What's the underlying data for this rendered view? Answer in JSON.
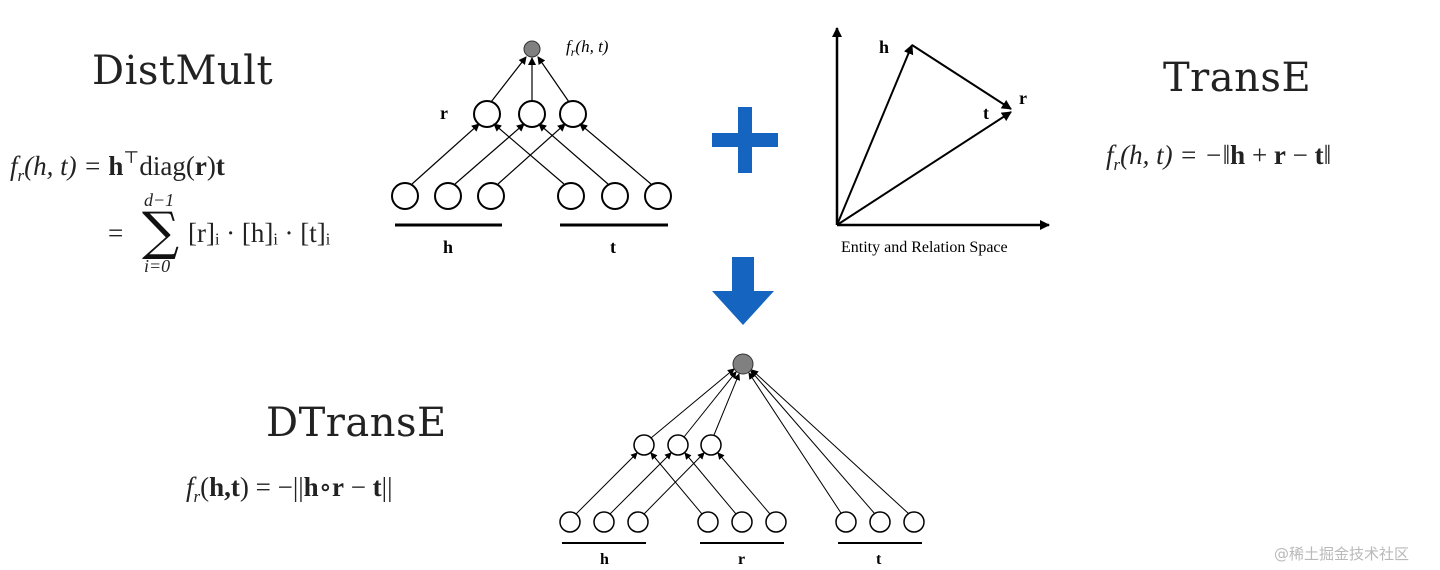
{
  "distmult": {
    "title": "DistMult",
    "eq1_lhs_f": "f",
    "eq1_lhs_sub": "r",
    "eq1_lhs_args": "(h, t) =",
    "eq1_h": "h",
    "eq1_top": "⊤",
    "eq1_diag": "diag(",
    "eq1_r": "r",
    "eq1_close": ")",
    "eq1_t": "t",
    "eq2_eq": "=",
    "eq2_sum": "∑",
    "eq2_upper": "d−1",
    "eq2_lower": "i=0",
    "eq2_body": "[r]ᵢ · [h]ᵢ · [t]ᵢ",
    "net_output_label": "f_r(h,t)",
    "net_r": "r",
    "net_h": "h",
    "net_t": "t"
  },
  "plus_sign": "+",
  "transe": {
    "title": "TransE",
    "formula": "f_r(h,t) = −‖h + r − t‖",
    "formula_f": "f",
    "formula_sub": "r",
    "formula_args": "(h, t) = −‖",
    "formula_h": "h",
    "formula_plus": " + ",
    "formula_r": "r",
    "formula_minus": " − ",
    "formula_t": "t",
    "formula_end": "‖",
    "vec_h": "h",
    "vec_t": "t",
    "vec_r": "r",
    "caption": "Entity and Relation Space"
  },
  "dtranse": {
    "title": "DTransE",
    "formula": "f_r(h,t) = −||h∘r − t||",
    "formula_f": "f",
    "formula_sub": "r",
    "formula_open": "(",
    "formula_ht": "h,t",
    "formula_mid": ") = −||",
    "formula_h": "h",
    "formula_circ": "∘",
    "formula_r": "r",
    "formula_minus": " − ",
    "formula_t": "t",
    "formula_end": "||",
    "net_h": "h",
    "net_r": "r",
    "net_t": "t"
  },
  "colors": {
    "accent_blue": "#1565c0",
    "node_gray": "#808080"
  },
  "watermark": "@稀土掘金技术社区"
}
